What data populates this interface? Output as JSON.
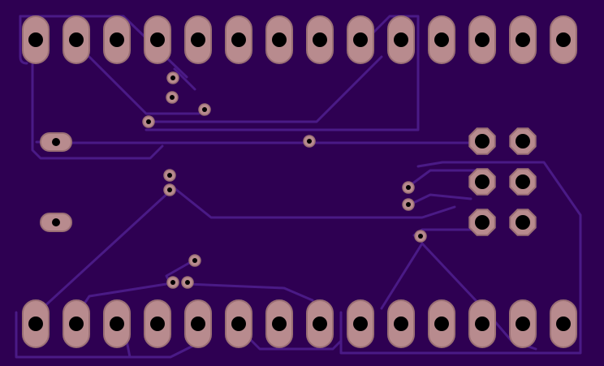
{
  "board": {
    "colors": {
      "substrate": "#2e0052",
      "trace": "#4a1a86",
      "pad": "#b88b8e",
      "pad_stroke": "#9a6f74",
      "hole": "#000000",
      "outline": "#3c1a66"
    },
    "top_header_pin_count": 14,
    "bottom_header_pin_count": 14,
    "right_connector_rows": 3,
    "right_connector_cols": 2
  }
}
